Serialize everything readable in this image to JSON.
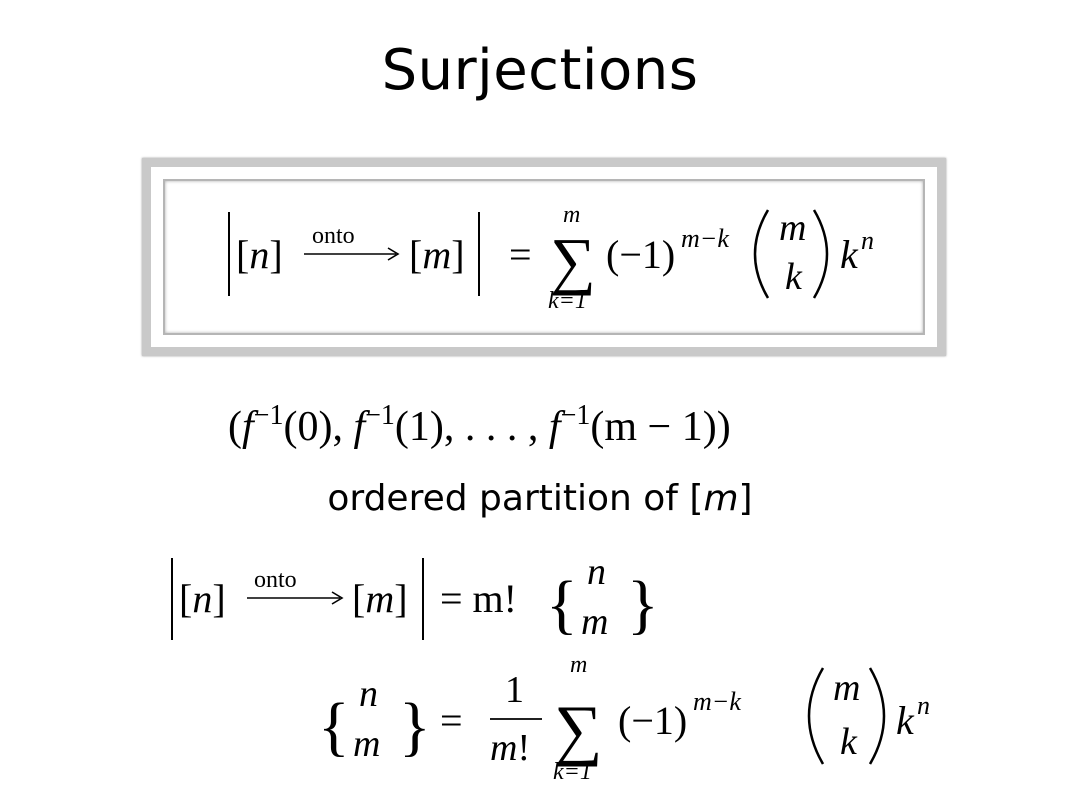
{
  "slide": {
    "title": "Surjections",
    "caption": {
      "prefix": "ordered partition of [",
      "var": "m",
      "suffix": "]"
    },
    "formula1": {
      "n": "n",
      "m": "m",
      "arrow_label": "onto",
      "sum_upper": "m",
      "sum_lower": "k=1",
      "base": "(−1)",
      "exponent": "m−k",
      "binom_top": "m",
      "binom_bottom": "k",
      "power_base": "k",
      "power_exp": "n"
    },
    "tuple": {
      "text_open": "(",
      "f": "f",
      "inv": "−1",
      "a0": "(0), ",
      "a1": "(1), . . . , ",
      "a2": "(m − 1))"
    },
    "formula2": {
      "n": "n",
      "m": "m",
      "arrow_label": "onto",
      "rhs": "= m!",
      "stirling_top": "n",
      "stirling_bottom": "m"
    },
    "formula3": {
      "stirling_top": "n",
      "stirling_bottom": "m",
      "frac_num": "1",
      "frac_den": "m!",
      "sum_upper": "m",
      "sum_lower": "k=1",
      "base": "(−1)",
      "exponent": "m−k",
      "binom_top": "m",
      "binom_bottom": "k",
      "power_base": "k",
      "power_exp": "n"
    }
  }
}
